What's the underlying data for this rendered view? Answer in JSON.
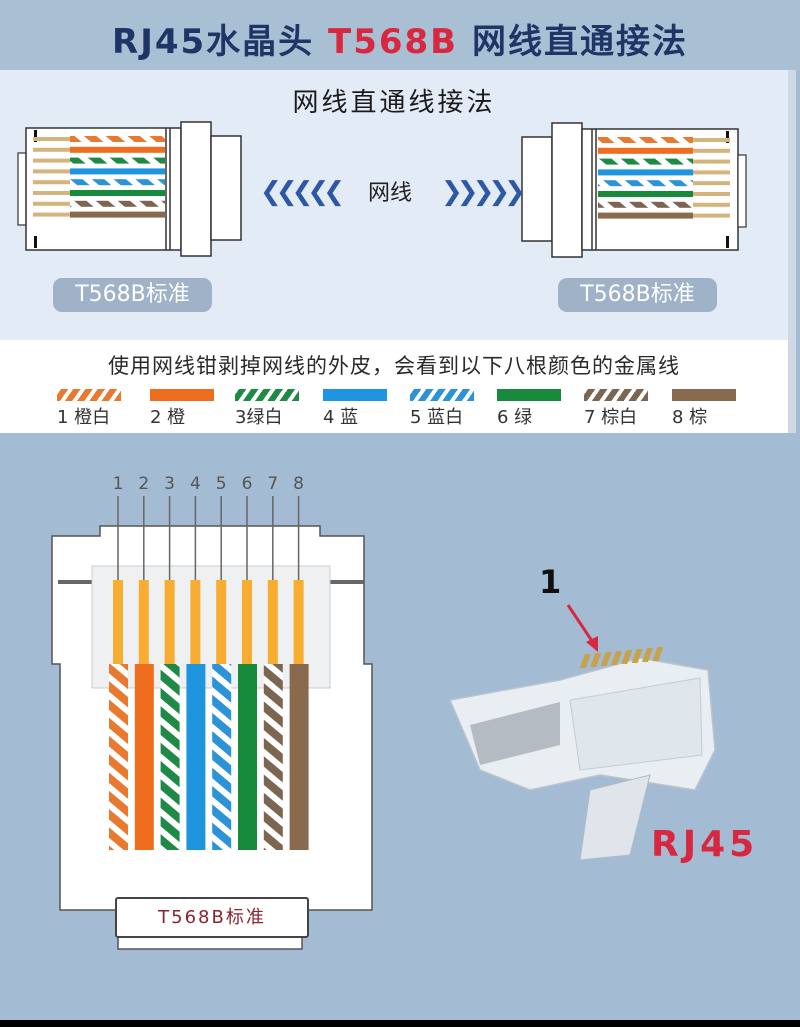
{
  "header": {
    "title_prefix": "RJ45水晶头 ",
    "title_highlight": "T568B",
    "title_suffix": " 网线直通接法"
  },
  "top_panel": {
    "subtitle": "网线直通线接法",
    "left_standard": "T568B标准",
    "right_standard": "T568B标准",
    "cable_label": "网线",
    "left_arrows": "❮❮❮❮❮",
    "right_arrows": "❯❯❯❯❯"
  },
  "legend": {
    "title": "使用网线钳剥掉网线的外皮，会看到以下八根颜色的金属线",
    "items": [
      {
        "label": "1 橙白",
        "color": "#e8792f",
        "striped": true
      },
      {
        "label": "2 橙",
        "color": "#ef6d1f",
        "striped": false
      },
      {
        "label": "3绿白",
        "color": "#1f8a45",
        "striped": true
      },
      {
        "label": "4 蓝",
        "color": "#1f95e0",
        "striped": false
      },
      {
        "label": "5 蓝白",
        "color": "#2b93d6",
        "striped": true
      },
      {
        "label": "6 绿",
        "color": "#178a3b",
        "striped": false
      },
      {
        "label": "7 棕白",
        "color": "#7d6651",
        "striped": true
      },
      {
        "label": "8 棕",
        "color": "#8a6a4f",
        "striped": false
      }
    ]
  },
  "diagram": {
    "pins": [
      "1",
      "2",
      "3",
      "4",
      "5",
      "6",
      "7",
      "8"
    ],
    "standard_plate": "T568B标准",
    "contact_color": "#f7ad2f"
  },
  "photo": {
    "pin_marker": "1",
    "connector_label": "RJ45"
  },
  "colors": {
    "title": "#1f3566",
    "accent_red": "#d8283f",
    "arrow_blue": "#2e57a4"
  }
}
